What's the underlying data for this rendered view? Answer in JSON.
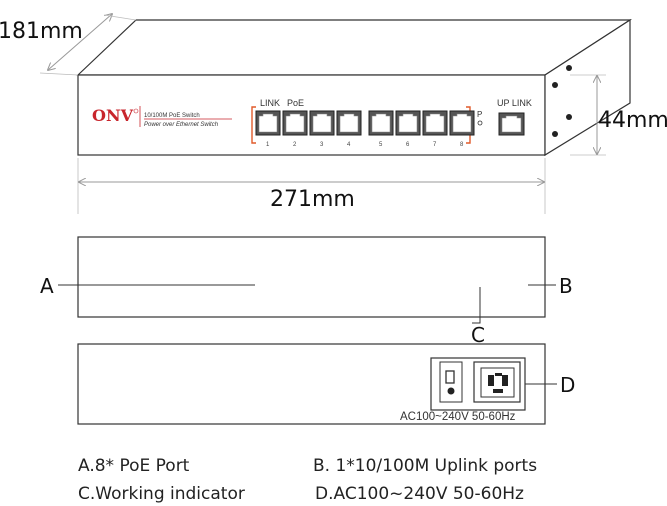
{
  "dimensions": {
    "depth": "181mm",
    "width": "271mm",
    "height": "44mm"
  },
  "device": {
    "brand": "ONV",
    "model_line1": "10/100M PoE Switch",
    "model_line2": "Power over Ethernet Switch",
    "link_label": "LINK",
    "poe_label": "PoE",
    "uplink_label": "UP LINK",
    "indicator_label": "P",
    "port_numbers": [
      "1",
      "2",
      "3",
      "4",
      "5",
      "6",
      "7",
      "8"
    ]
  },
  "callouts": {
    "a": "A",
    "b": "B",
    "c": "C",
    "d": "D"
  },
  "power_spec": "AC100~240V 50-60Hz",
  "legend": {
    "a": "A.8* PoE Port",
    "b": "B. 1*10/100M Uplink ports",
    "c": "C.Working indicator",
    "d": "D.AC100~240V 50-60Hz"
  },
  "colors": {
    "bracket": "#e05a2a",
    "brand": "#c8252c",
    "line": "#333333"
  }
}
